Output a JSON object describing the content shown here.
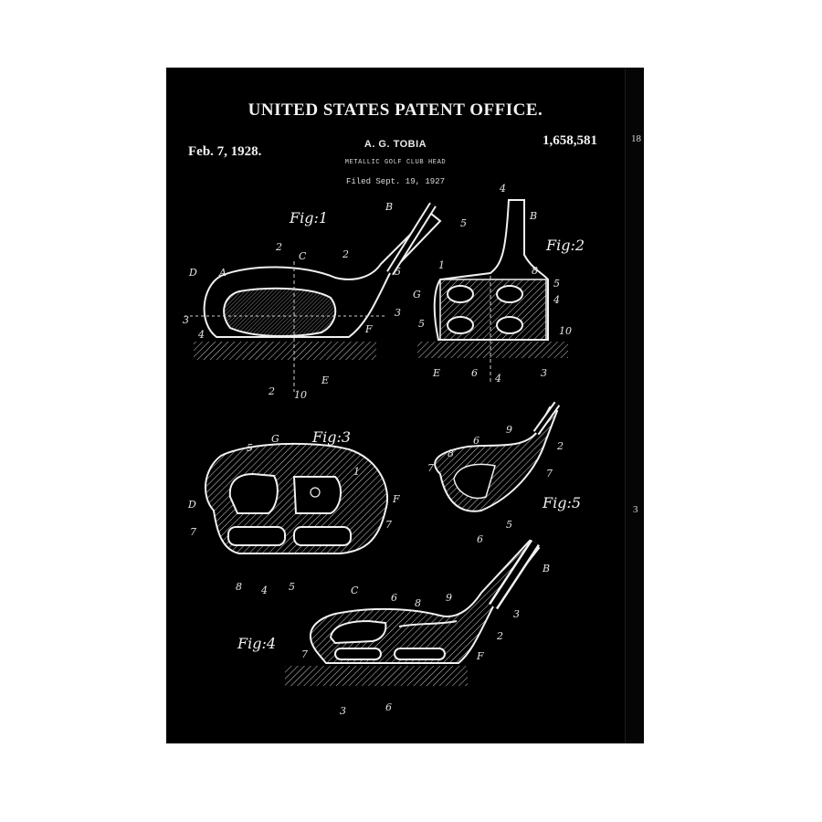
{
  "header": {
    "office": "UNITED STATES PATENT OFFICE.",
    "date": "Feb. 7, 1928.",
    "inventor": "A. G. TOBIA",
    "patent_number": "1,658,581",
    "invention_title": "METALLIC GOLF CLUB HEAD",
    "filed": "Filed Sept. 19, 1927"
  },
  "side_edge": {
    "fragments": [
      "18",
      "3"
    ]
  },
  "figures": {
    "fig1": {
      "label": "Fig:1"
    },
    "fig2": {
      "label": "Fig:2"
    },
    "fig3": {
      "label": "Fig:3"
    },
    "fig4": {
      "label": "Fig:4"
    },
    "fig5": {
      "label": "Fig:5"
    }
  },
  "callouts": {
    "B1": "B",
    "D1": "D",
    "A1": "A",
    "C1": "C",
    "two1": "2",
    "two1b": "2",
    "five1": "5",
    "three1a": "3",
    "three1b": "3",
    "four1": "4",
    "F1": "F",
    "E1": "E",
    "two1c": "2",
    "ten1": "10",
    "four2a": "4",
    "B2": "B",
    "five2a": "5",
    "one2": "1",
    "eight2": "8",
    "G2": "G",
    "five2b": "5",
    "four2b": "4",
    "five2c": "5",
    "ten2": "10",
    "E2": "E",
    "six2": "6",
    "four2c": "4",
    "three2": "3",
    "five3a": "5",
    "G3": "G",
    "one3": "1",
    "D3": "D",
    "F3": "F",
    "seven3a": "7",
    "seven3b": "7",
    "eight3": "8",
    "four3": "4",
    "five3b": "5",
    "six5": "6",
    "nine5": "9",
    "eight5": "8",
    "two5": "2",
    "seven5a": "7",
    "seven5b": "7",
    "five5": "5",
    "six5b": "6",
    "C4": "C",
    "six4a": "6",
    "eight4": "8",
    "nine4": "9",
    "B4": "B",
    "three4a": "3",
    "two4": "2",
    "seven4": "7",
    "F4": "F",
    "three4b": "3",
    "six4b": "6"
  }
}
